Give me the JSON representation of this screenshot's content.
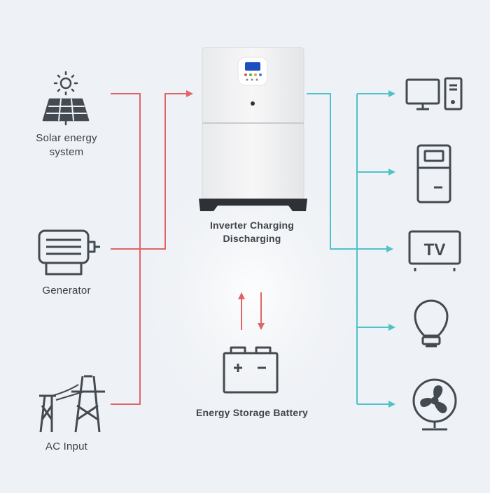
{
  "sources": {
    "solar": {
      "line1": "Solar energy",
      "line2": "system"
    },
    "generator": {
      "label": "Generator"
    },
    "ac_input": {
      "label": "AC Input"
    }
  },
  "inverter": {
    "line1": "Inverter Charging",
    "line2": "Discharging"
  },
  "battery": {
    "label": "Energy Storage Battery",
    "plus": "+",
    "minus": "−"
  },
  "appliances": {
    "tv_text": "TV"
  },
  "colors": {
    "input_line": "#e06566",
    "output_line": "#4fc3c8",
    "icon_stroke": "#444a52",
    "background": "#eef1f5"
  },
  "icons": [
    "sun-icon",
    "solar-panel-icon",
    "generator-icon",
    "power-tower-icon",
    "computer-icon",
    "refrigerator-icon",
    "tv-icon",
    "light-bulb-icon",
    "fan-icon",
    "battery-icon"
  ]
}
